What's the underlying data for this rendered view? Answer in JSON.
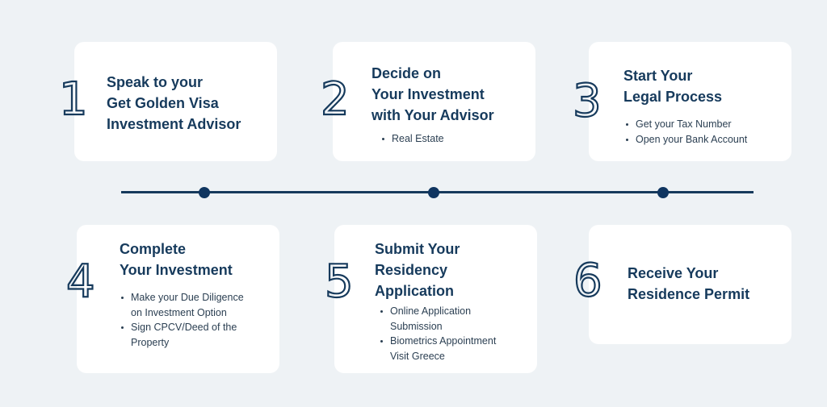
{
  "colors": {
    "background": "#eef2f5",
    "card": "#ffffff",
    "primary": "#163a5c",
    "text": "#2b3f52"
  },
  "steps": [
    {
      "number": "1",
      "title_lines": [
        "Speak to your",
        "Get Golden Visa",
        "Investment Advisor"
      ],
      "bullets": []
    },
    {
      "number": "2",
      "title_lines": [
        "Decide on",
        "Your Investment",
        "with Your Advisor"
      ],
      "bullets": [
        [
          "Real  Estate"
        ]
      ]
    },
    {
      "number": "3",
      "title_lines": [
        "Start Your",
        "Legal Process"
      ],
      "bullets": [
        [
          "Get your Tax Number"
        ],
        [
          "Open your Bank Account"
        ]
      ]
    },
    {
      "number": "4",
      "title_lines": [
        "Complete",
        "Your Investment"
      ],
      "bullets": [
        [
          "Make your Due Diligence",
          "on Investment Option"
        ],
        [
          "Sign CPCV/Deed of the",
          "Property"
        ]
      ]
    },
    {
      "number": "5",
      "title_lines": [
        "Submit Your",
        "Residency",
        "Application"
      ],
      "bullets": [
        [
          "Online Application",
          "Submission"
        ],
        [
          "Biometrics Appointment",
          "Visit Greece"
        ]
      ]
    },
    {
      "number": "6",
      "title_lines": [
        "Receive Your",
        "Residence Permit"
      ],
      "bullets": []
    }
  ],
  "timeline": {
    "dots": 3
  }
}
